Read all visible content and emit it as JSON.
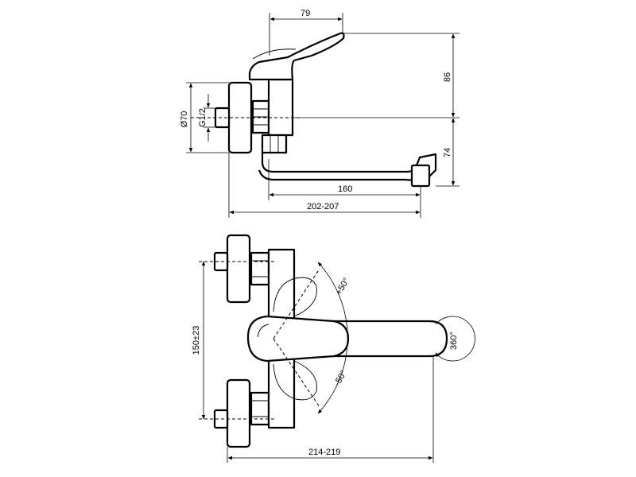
{
  "dimensions": {
    "lever_reach": "79",
    "lever_height": "86",
    "outlet_height": "74",
    "diameter_rosette": "Ø70",
    "thread": "G1/2",
    "spout_reach": "160",
    "depth_side": "202-207",
    "centers": "150±23",
    "width_top": "214-219",
    "rotation_spout": "360°",
    "lever_swing_plus": "+50°",
    "lever_swing_minus": "-50°"
  }
}
